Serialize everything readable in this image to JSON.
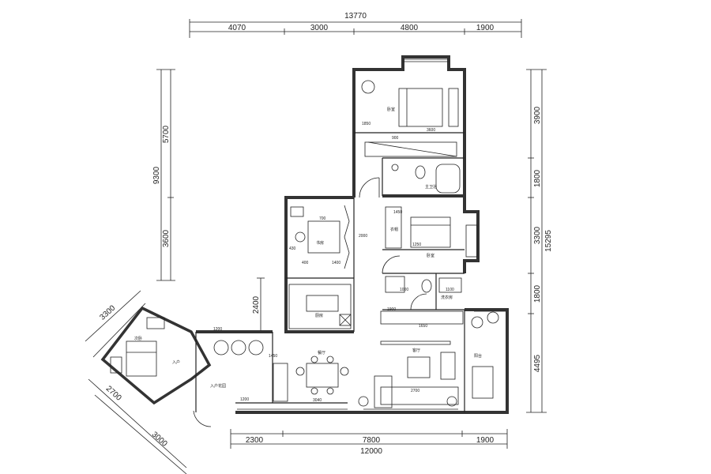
{
  "dimensions": {
    "top_total": "13770",
    "top_segments": [
      "4070",
      "3000",
      "4800",
      "1900"
    ],
    "bottom_segments": [
      "2300",
      "7800",
      "1900"
    ],
    "bottom_total": "12000",
    "left_segments": [
      "5700",
      "3600"
    ],
    "left_total": "9300",
    "left_small": "2400",
    "right_segments": [
      "3900",
      "1800",
      "3300",
      "1800",
      "4495"
    ],
    "right_total": "15295",
    "wing_top": "3300",
    "wing_left": "2700",
    "wing_bottom": "3000"
  },
  "inner_dimensions": [
    "1850",
    "1400",
    "700",
    "400",
    "430",
    "1200",
    "1900",
    "1450",
    "3040",
    "1650",
    "2700",
    "1200",
    "1450",
    "3600",
    "2000",
    "900",
    "1250",
    "1000",
    "1100"
  ],
  "room_labels": {
    "master_bed": "卧室",
    "master_bath": "主卫浴",
    "study": "书房",
    "bedroom2": "卧室",
    "kitchen": "厨房",
    "dining": "餐厅",
    "living": "客厅",
    "balcony": "阳台",
    "laundry": "洗衣房",
    "guest_bed": "次卧",
    "entrance": "入户",
    "foyer": "入户花园",
    "closet": "衣帽"
  },
  "colors": {
    "wall": "#333333",
    "line": "#222222",
    "paper": "#ffffff"
  }
}
